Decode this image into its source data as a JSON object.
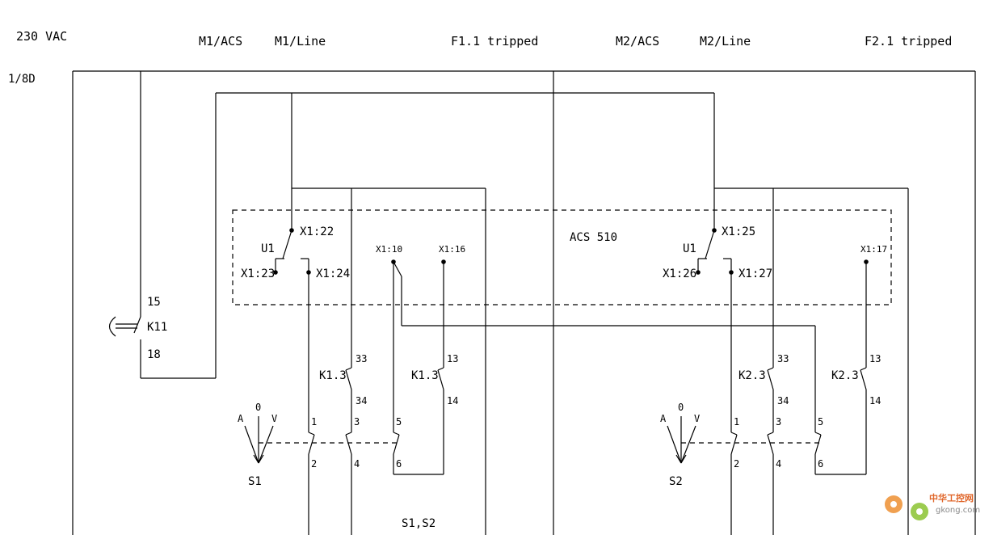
{
  "header": {
    "supply": "230 VAC",
    "m1_acs": "M1/ACS",
    "m1_line": "M1/Line",
    "f11": "F1.1 tripped",
    "m2_acs": "M2/ACS",
    "m2_line": "M2/Line",
    "f21": "F2.1 tripped"
  },
  "ref": "1/8D",
  "drive": {
    "name": "ACS 510",
    "u1_left": "U1",
    "u1_right": "U1",
    "x1_22": "X1:22",
    "x1_23": "X1:23",
    "x1_24": "X1:24",
    "x1_10": "X1:10",
    "x1_16": "X1:16",
    "x1_25": "X1:25",
    "x1_26": "X1:26",
    "x1_27": "X1:27",
    "x1_17": "X1:17"
  },
  "k11": {
    "name": "K11",
    "pin_top": "15",
    "pin_bottom": "18"
  },
  "left_contacts": {
    "k13a": "K1.3",
    "k13a_top": "33",
    "k13a_bottom": "34",
    "k13b": "K1.3",
    "k13b_top": "13",
    "k13b_bottom": "14"
  },
  "right_contacts": {
    "k23a": "K2.3",
    "k23a_top": "33",
    "k23a_bottom": "34",
    "k23b": "K2.3",
    "k23b_top": "13",
    "k23b_bottom": "14"
  },
  "s1": {
    "name": "S1",
    "a": "A",
    "o": "0",
    "v": "V",
    "p1": "1",
    "p2": "2",
    "p3": "3",
    "p4": "4",
    "p5": "5",
    "p6": "6"
  },
  "s2": {
    "name": "S2",
    "a": "A",
    "o": "0",
    "v": "V",
    "p1": "1",
    "p2": "2",
    "p3": "3",
    "p4": "4",
    "p5": "5",
    "p6": "6"
  },
  "footer_label": "S1,S2",
  "watermark": {
    "cn": "中华工控网",
    "url": "gkong.com"
  }
}
